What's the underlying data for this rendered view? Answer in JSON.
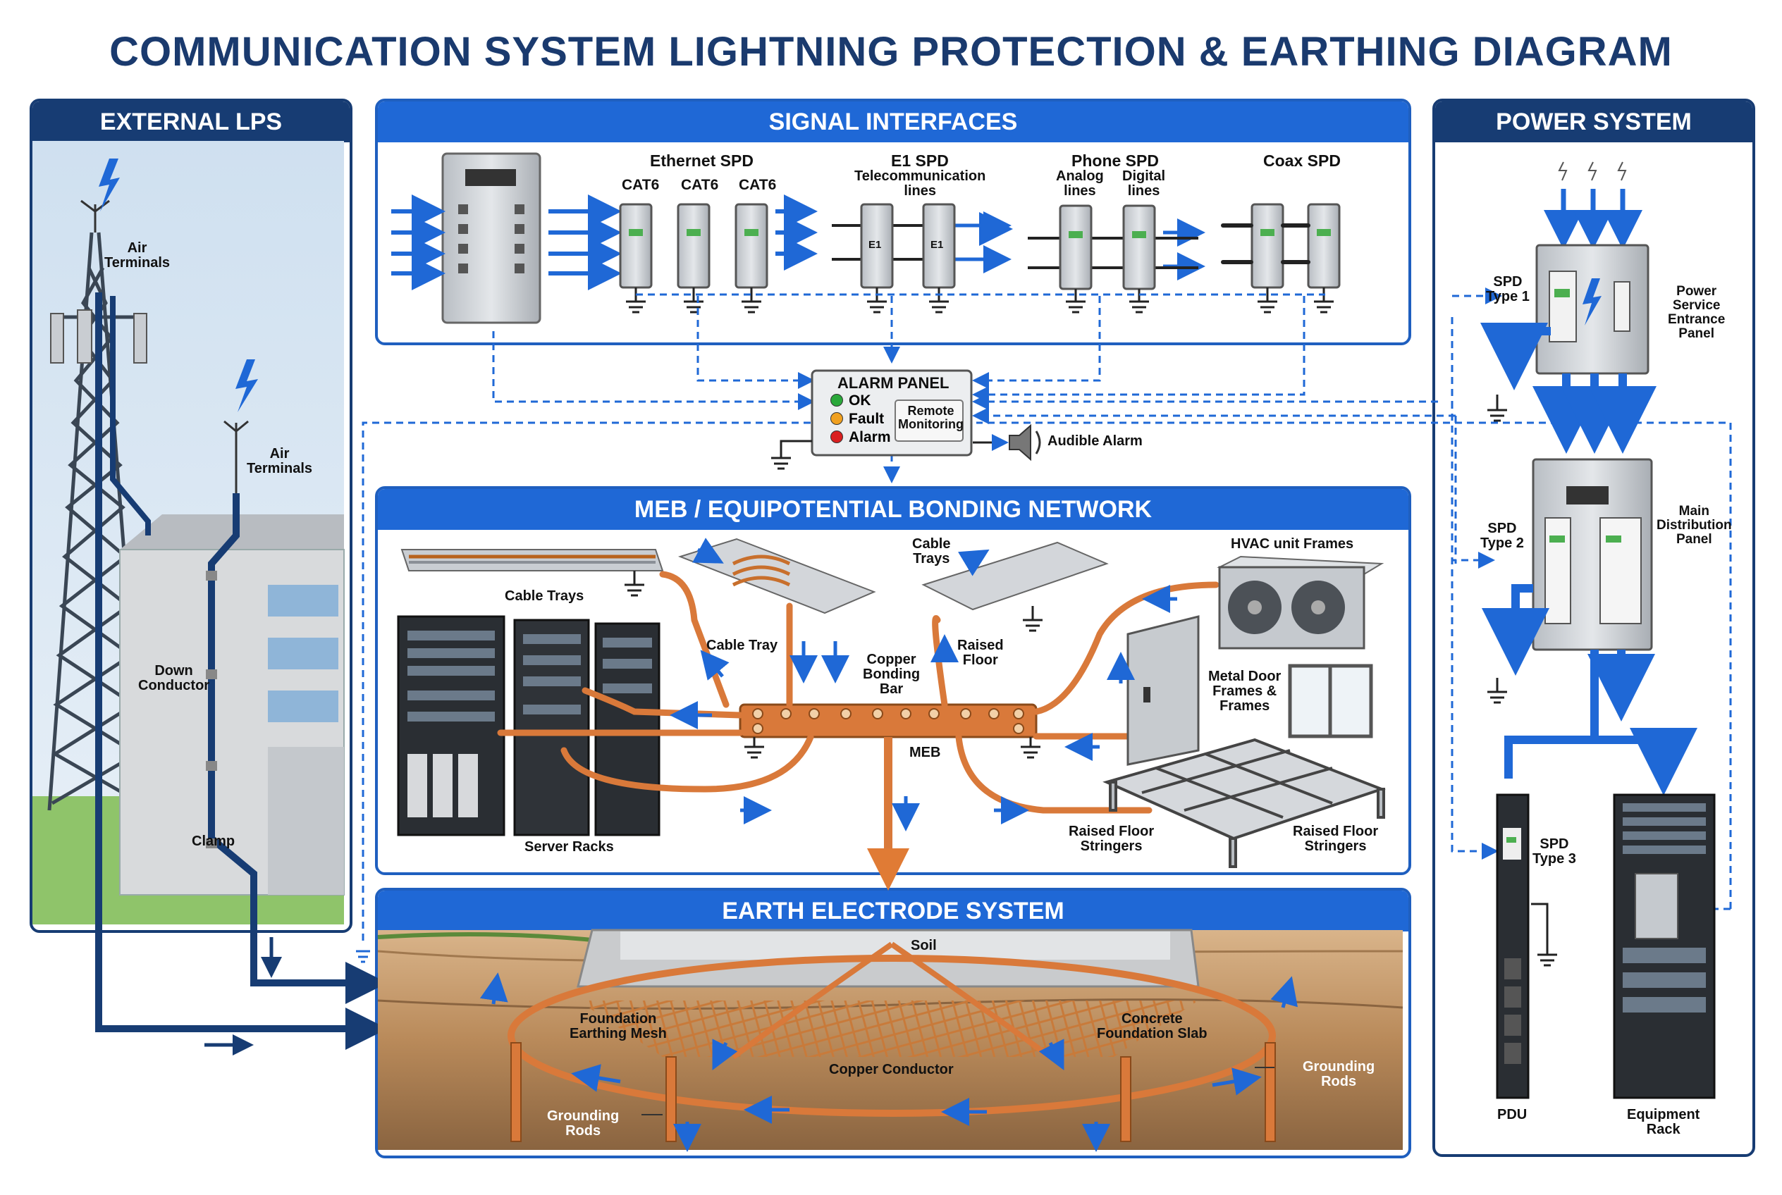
{
  "title": "COMMUNICATION SYSTEM LIGHTNING PROTECTION & EARTHING DIAGRAM",
  "sections": {
    "external_lps": "EXTERNAL LPS",
    "signal_interfaces": "SIGNAL INTERFACES",
    "power_system": "POWER SYSTEM",
    "meb_network": "MEB / EQUIPOTENTIAL BONDING NETWORK",
    "earth_electrode": "EARTH ELECTRODE SYSTEM"
  },
  "external_lps": {
    "air_terminals_1": "Air\nTerminals",
    "air_terminals_2": "Air\nTerminals",
    "down_conductor": "Down\nConductor",
    "clamp": "Clamp"
  },
  "signal": {
    "ethernet_spd": "Ethernet SPD",
    "cat6_labels": [
      "CAT6",
      "CAT6",
      "CAT6"
    ],
    "e1_spd": "E1 SPD",
    "e1_sub": "Telecommunication\nlines",
    "e1_module": "E1",
    "phone_spd": "Phone SPD",
    "analog_lines": "Analog\nlines",
    "digital_lines": "Digital\nlines",
    "coax_spd": "Coax SPD"
  },
  "alarm": {
    "title": "ALARM PANEL",
    "ok": "OK",
    "fault": "Fault",
    "alarm": "Alarm",
    "remote": "Remote\nMonitoring",
    "audible": "Audible Alarm",
    "colors": {
      "ok": "#2aa83a",
      "fault": "#f0a020",
      "alarm": "#d92020"
    }
  },
  "meb": {
    "cable_trays_1": "Cable Trays",
    "cable_tray": "Cable Tray",
    "cable_trays_2": "Cable\nTrays",
    "raised_floor": "Raised\nFloor",
    "copper_bonding_bar": "Copper\nBonding\nBar",
    "meb": "MEB",
    "hvac": "HVAC unit Frames",
    "metal_door": "Metal Door\nFrames &\nFrames",
    "server_racks": "Server Racks",
    "raised_floor_stringers_1": "Raised Floor\nStringers",
    "raised_floor_stringers_2": "Raised Floor\nStringers"
  },
  "earth": {
    "soil": "Soil",
    "foundation_mesh": "Foundation\nEarthing Mesh",
    "concrete_slab": "Concrete\nFoundation Slab",
    "copper_conductor": "Copper Conductor",
    "grounding_rods_1": "Grounding\nRods",
    "grounding_rods_2": "Grounding\nRods"
  },
  "power": {
    "spd_type1": "SPD\nType 1",
    "power_entrance": "Power\nService\nEntrance\nPanel",
    "spd_type2": "SPD\nType 2",
    "main_distribution": "Main\nDistribution\nPanel",
    "spd_type3": "SPD\nType 3",
    "pdu": "PDU",
    "equipment_rack": "Equipment\nRack"
  },
  "colors": {
    "accent_blue": "#1f68d6",
    "dark_navy": "#173c73",
    "copper": "#d9793a",
    "arrow_blue": "#1f68d6"
  }
}
